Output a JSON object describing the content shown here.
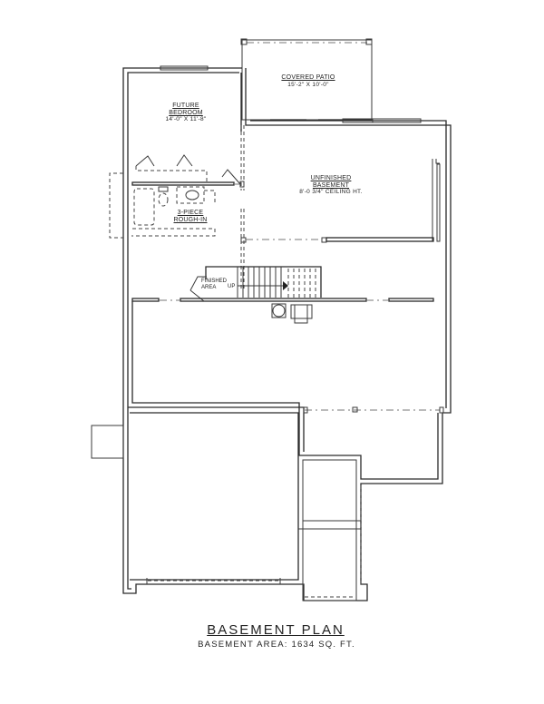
{
  "plan": {
    "title": "BASEMENT PLAN",
    "area_label": "BASEMENT AREA: 1634 SQ. FT."
  },
  "rooms": {
    "covered_patio": {
      "name": "COVERED PATIO",
      "dims": "15'-2\" X 10'-0\""
    },
    "future_bedroom": {
      "name": "FUTURE",
      "name2": "BEDROOM",
      "dims": "14'-0\" X 11'-8\""
    },
    "bath": {
      "name": "3-PIECE",
      "name2": "ROUGH-IN"
    },
    "unfinished_basement": {
      "name": "UNFINISHED",
      "name2": "BASEMENT",
      "dims": "8'-0 3/4\" CEILING HT."
    },
    "stair": {
      "finished_label": "FINISHED",
      "finished_label2": "AREA",
      "direction": "UP"
    }
  },
  "colors": {
    "line": "#2a2a2a",
    "background": "#ffffff",
    "beam": "#777777"
  }
}
